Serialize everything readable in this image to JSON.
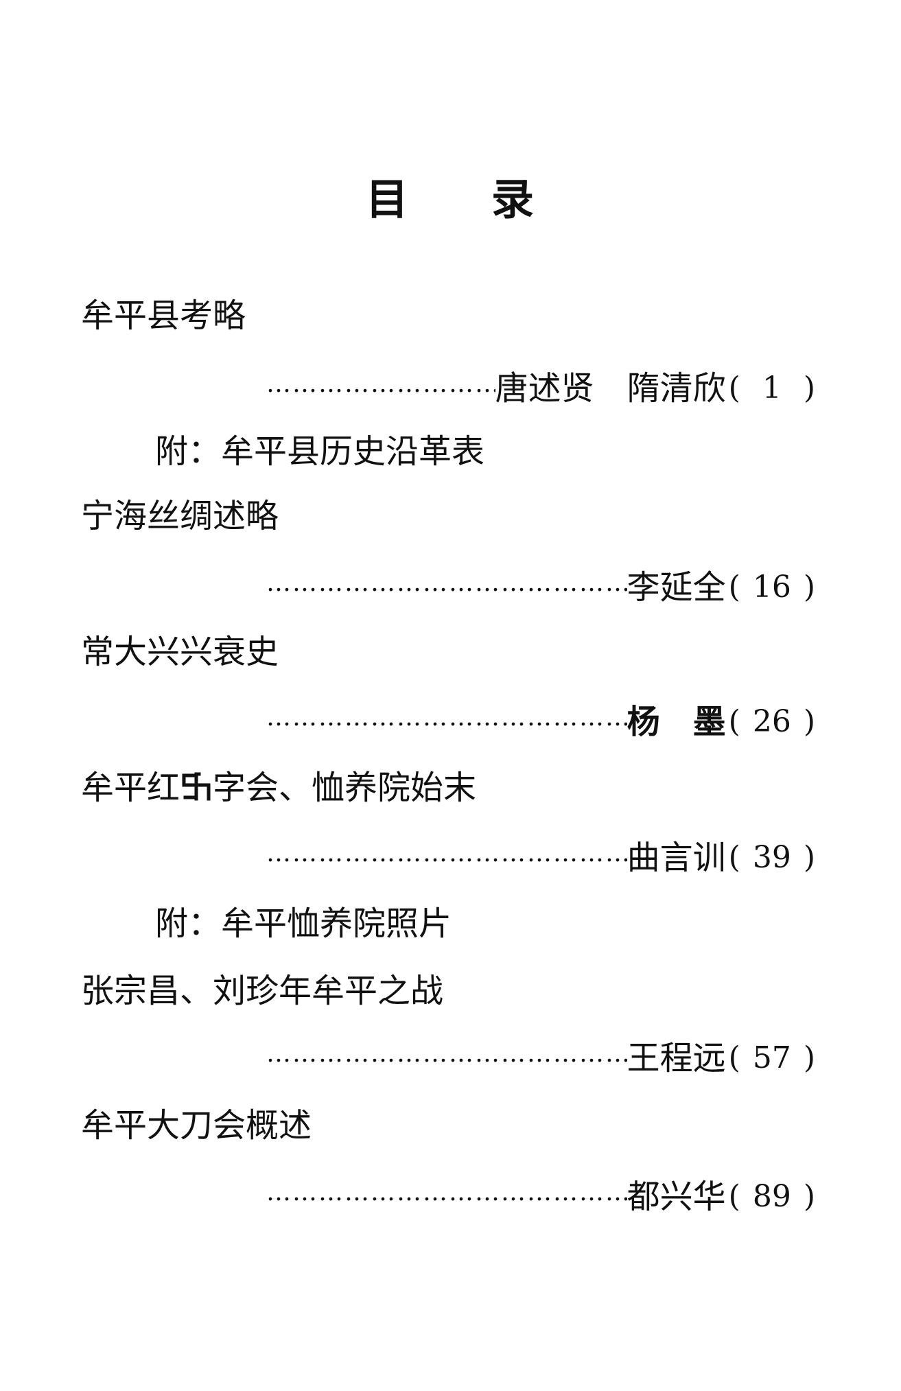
{
  "title": {
    "char1": "目",
    "char2": "录"
  },
  "entries": [
    {
      "title": "牟平县考略",
      "author": "唐述贤　隋清欣",
      "page": "1",
      "appendix_label": "附：",
      "appendix": "牟平县历史沿革表"
    },
    {
      "title": "宁海丝绸述略",
      "author": "李延全",
      "page": "16"
    },
    {
      "title": "常大兴兴衰史",
      "author": "杨　墨",
      "page": "26"
    },
    {
      "title_before": "牟平红",
      "title_after": "字会、恤养院始末",
      "symbol": "manji-icon",
      "author": "曲言训",
      "page": "39",
      "appendix_label": "附：",
      "appendix": "牟平恤养院照片"
    },
    {
      "title": "张宗昌、刘珍年牟平之战",
      "author": "王程远",
      "page": "57"
    },
    {
      "title": "牟平大刀会概述",
      "author": "都兴华",
      "page": "89"
    }
  ],
  "punct": {
    "open": "(",
    "close": ")"
  },
  "leader": "……………………………………………………"
}
